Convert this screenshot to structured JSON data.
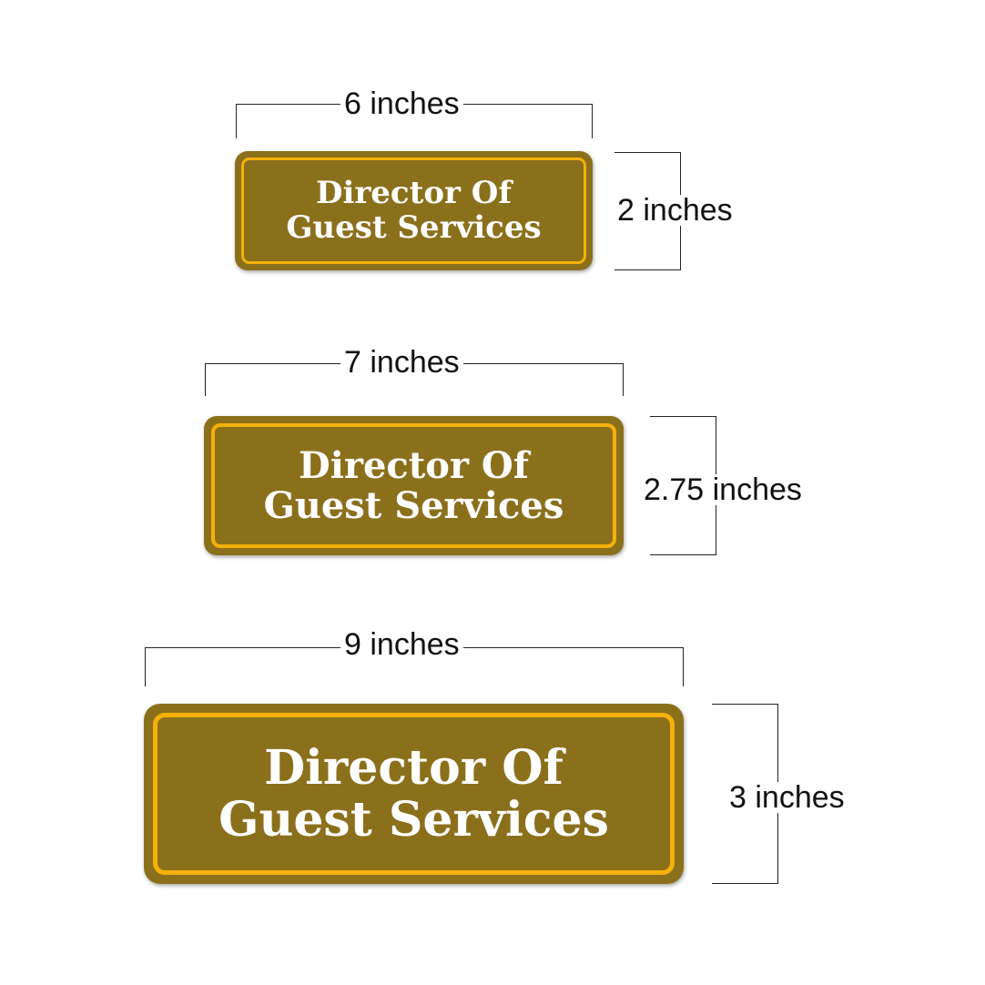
{
  "colors": {
    "sign_fill": "#8B701C",
    "sign_border": "#F5B10A",
    "sign_text": "#FFFFFF",
    "dimension_line": "#222222"
  },
  "signs": [
    {
      "width_label": "6 inches",
      "height_label": "2 inches",
      "lines": [
        "Director Of",
        "Guest Services"
      ]
    },
    {
      "width_label": "7 inches",
      "height_label": "2.75 inches",
      "lines": [
        "Director Of",
        "Guest Services"
      ]
    },
    {
      "width_label": "9 inches",
      "height_label": "3 inches",
      "lines": [
        "Director Of",
        "Guest Services"
      ]
    }
  ]
}
